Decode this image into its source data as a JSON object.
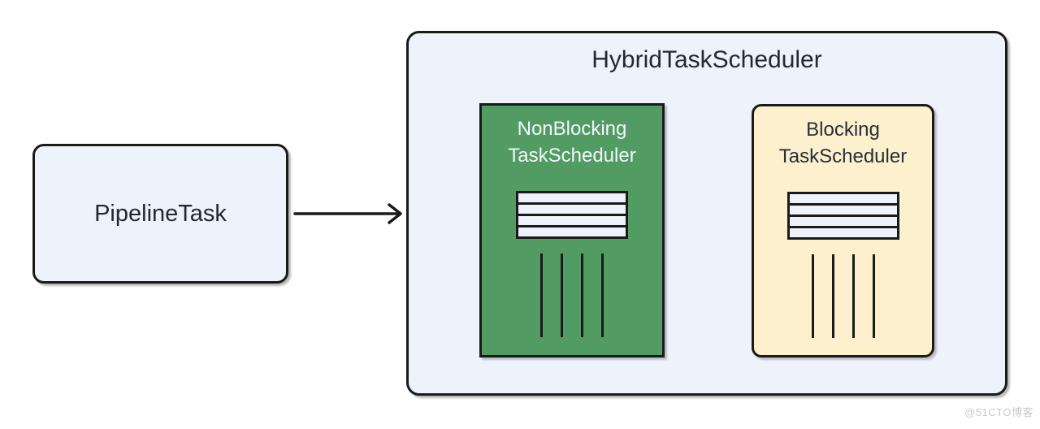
{
  "diagram": {
    "source_node": {
      "label": "PipelineTask"
    },
    "arrow": {
      "direction": "right",
      "style": "open-chevron"
    },
    "container": {
      "title": "HybridTaskScheduler"
    },
    "schedulers": [
      {
        "id": "nonblocking",
        "label_line1": "NonBlocking",
        "label_line2": "TaskScheduler",
        "fill": "#529c64",
        "text_color": "#f2f6fb",
        "corner": "square",
        "queue_slots": 4,
        "threads": 4
      },
      {
        "id": "blocking",
        "label_line1": "Blocking",
        "label_line2": "TaskScheduler",
        "fill": "#fdf0cd",
        "text_color": "#272e38",
        "corner": "rounded",
        "queue_slots": 4,
        "threads": 4
      }
    ],
    "watermark": "@51CTO博客",
    "colors": {
      "page_background": "#ffffff",
      "node_fill": "#eef2fb",
      "border": "#1a1a1a",
      "title_text": "#232930",
      "queue_slot_fill": "#eef2fb",
      "watermark_text": "#c9c9c9"
    }
  }
}
